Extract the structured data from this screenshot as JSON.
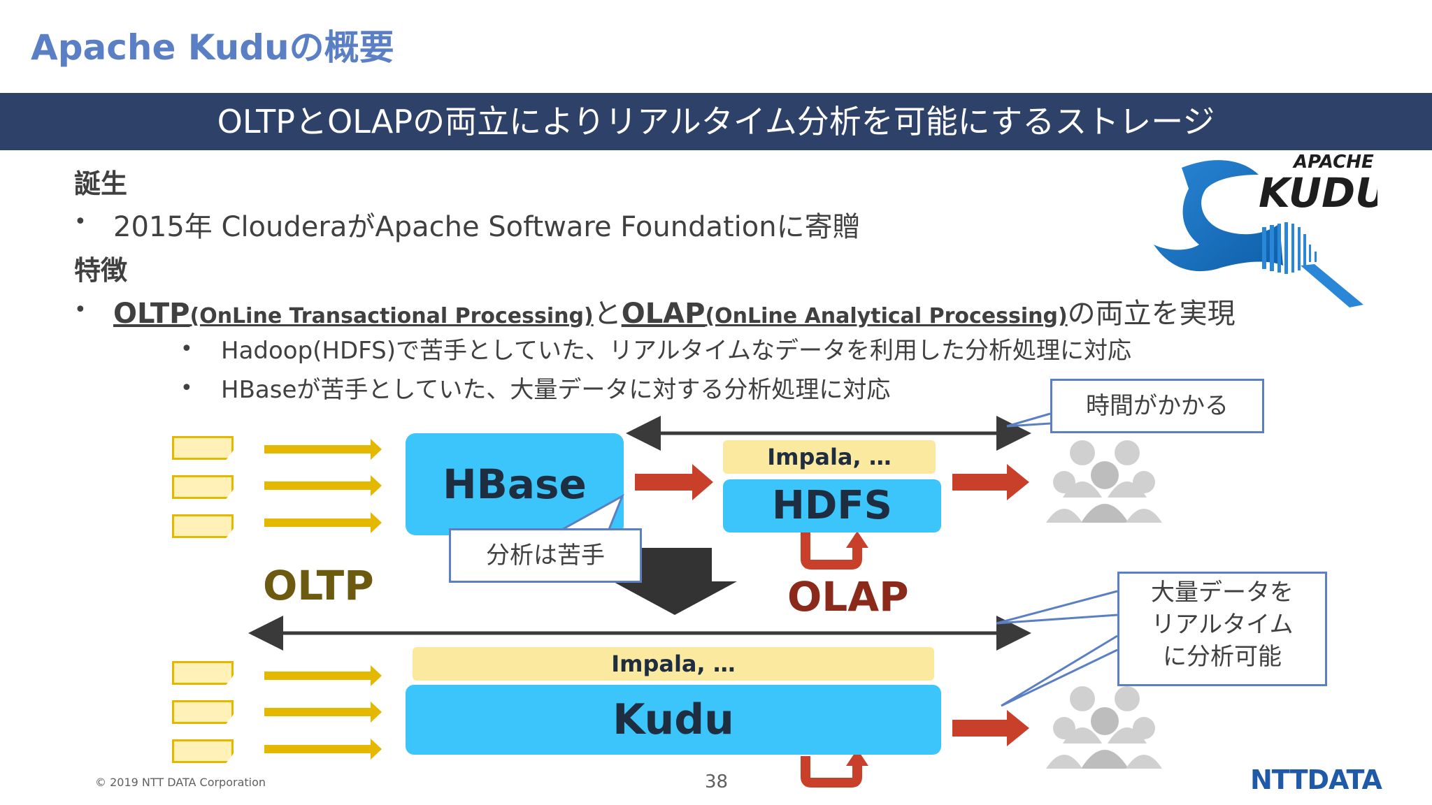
{
  "slide": {
    "title": "Apache Kuduの概要",
    "banner": "OLTPとOLAPの両立によりリアルタイム分析を可能にするストレージ"
  },
  "sections": {
    "birth": {
      "heading": "誕生",
      "item": "2015年 ClouderaがApache Software Foundationに寄贈"
    },
    "features": {
      "heading": "特徴",
      "oltp": "OLTP",
      "oltp_full": "(OnLine Transactional Processing)",
      "to": "と",
      "olap": "OLAP",
      "olap_full": "(OnLine Analytical Processing)",
      "tail": "の両立を実現",
      "sub1": "Hadoop(HDFS)で苦手としていた、リアルタイムなデータを利用した分析処理に対応",
      "sub2": "HBaseが苦手としていた、大量データに対する分析処理に対応"
    },
    "bullet": "•"
  },
  "logo": {
    "line1": "APACHE",
    "line2": "KUDU"
  },
  "diagram": {
    "hbase": "HBase",
    "hdfs": "HDFS",
    "impala_top": "Impala, …",
    "impala_bottom": "Impala, …",
    "kudu": "Kudu",
    "oltp": "OLTP",
    "olap": "OLAP",
    "callout_slow": "時間がかかる",
    "callout_weak": "分析は苦手",
    "callout_realtime": [
      "大量データを",
      "リアルタイム",
      "に分析可能"
    ]
  },
  "colors": {
    "title": "#5B7FC4",
    "banner": "#2E4168",
    "cyan": "#3CC5FA",
    "impala": "#FCE9A0",
    "yellow_arrow": "#E5B800",
    "red_arrow": "#C8402A",
    "oltp_text": "#6B5A10",
    "olap_text": "#8B2A1A"
  },
  "footer": {
    "copyright": "© 2019 NTT DATA Corporation",
    "page": "38",
    "brand": "NTTDATA"
  }
}
